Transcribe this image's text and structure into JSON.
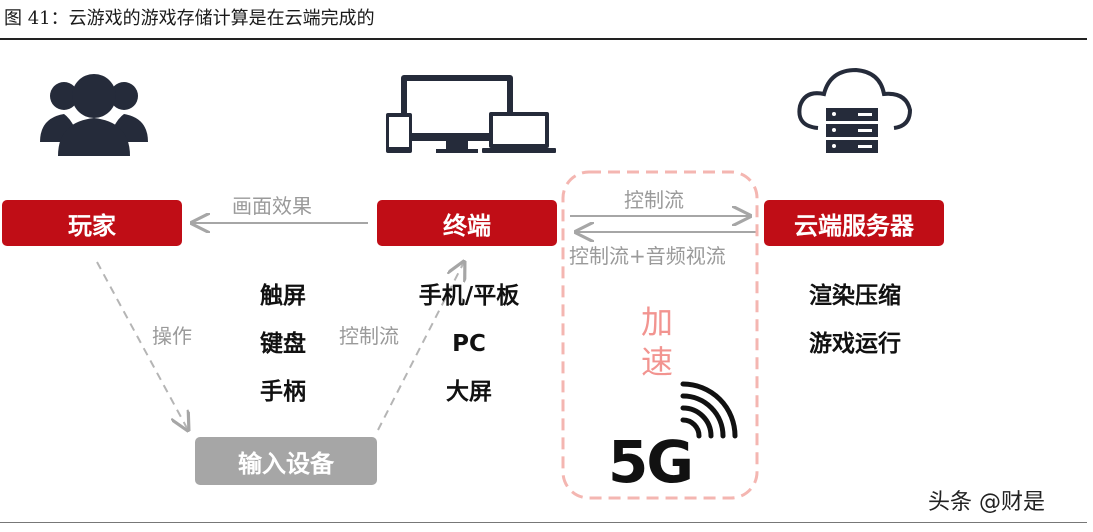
{
  "caption": "图 41：云游戏的游戏存储计算是在云端完成的",
  "nodes": {
    "player": "玩家",
    "terminal": "终端",
    "server": "云端服务器",
    "input": "输入设备"
  },
  "edges": {
    "terminal_to_player": "画面效果",
    "player_to_input": "操作",
    "input_to_terminal": "控制流",
    "terminal_to_server": "控制流",
    "server_to_terminal": "控制流+音频视流"
  },
  "lists": {
    "input_devices": [
      "触屏",
      "键盘",
      "手柄"
    ],
    "terminals": [
      "手机/平板",
      "PC",
      "大屏"
    ],
    "server_tasks": [
      "渲染压缩",
      "游戏运行"
    ]
  },
  "network": {
    "accel": "加速",
    "tech": "5G"
  },
  "watermark": "头条 @财是",
  "colors": {
    "accent": "#c00d16",
    "gray_box": "#a6a6a6",
    "dashed_border": "#f4b6b1",
    "arrow_gray": "#a6a6a6"
  },
  "icons": [
    "users-icon",
    "devices-icon",
    "cloud-server-icon",
    "signal-icon"
  ]
}
